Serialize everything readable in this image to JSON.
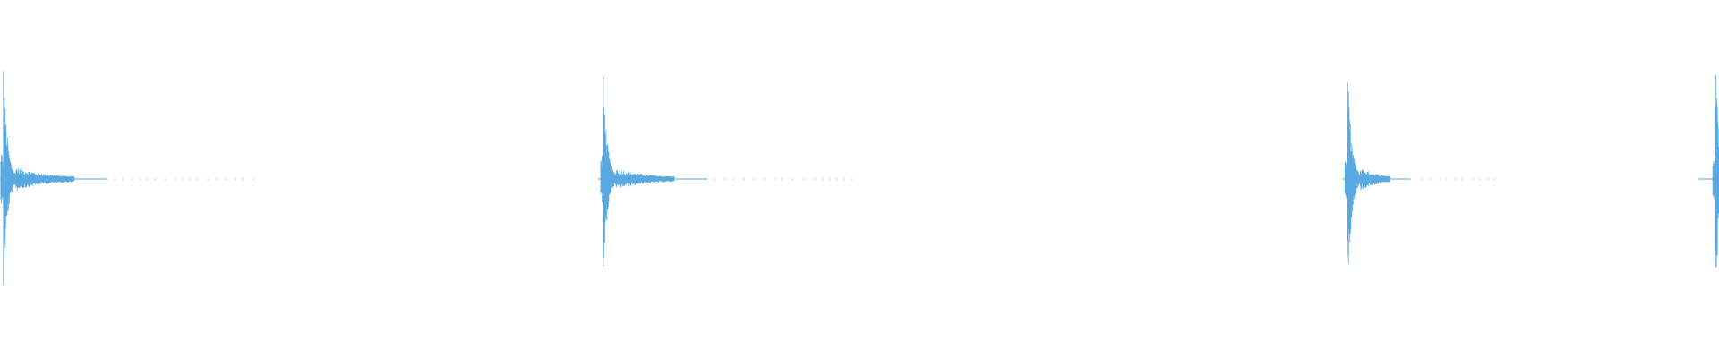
{
  "waveform": {
    "color": "#5aa8e0",
    "baseline_color": "#8cc4ec",
    "events": [
      {
        "position": 0.002,
        "peak_up": 0.64,
        "peak_down": 0.64,
        "decay_tail": 0.075,
        "tail_dots": 0.075
      },
      {
        "position": 0.351,
        "peak_up": 0.58,
        "peak_down": 0.57,
        "decay_tail": 0.075,
        "tail_dots": 0.075
      },
      {
        "position": 0.784,
        "peak_up": 0.61,
        "peak_down": 0.62,
        "decay_tail": 0.045,
        "tail_dots": 0.045
      },
      {
        "position": 0.998,
        "peak_up": 0.7,
        "peak_down": 0.7,
        "decay_tail": 0.0,
        "tail_dots": 0.0
      }
    ]
  }
}
